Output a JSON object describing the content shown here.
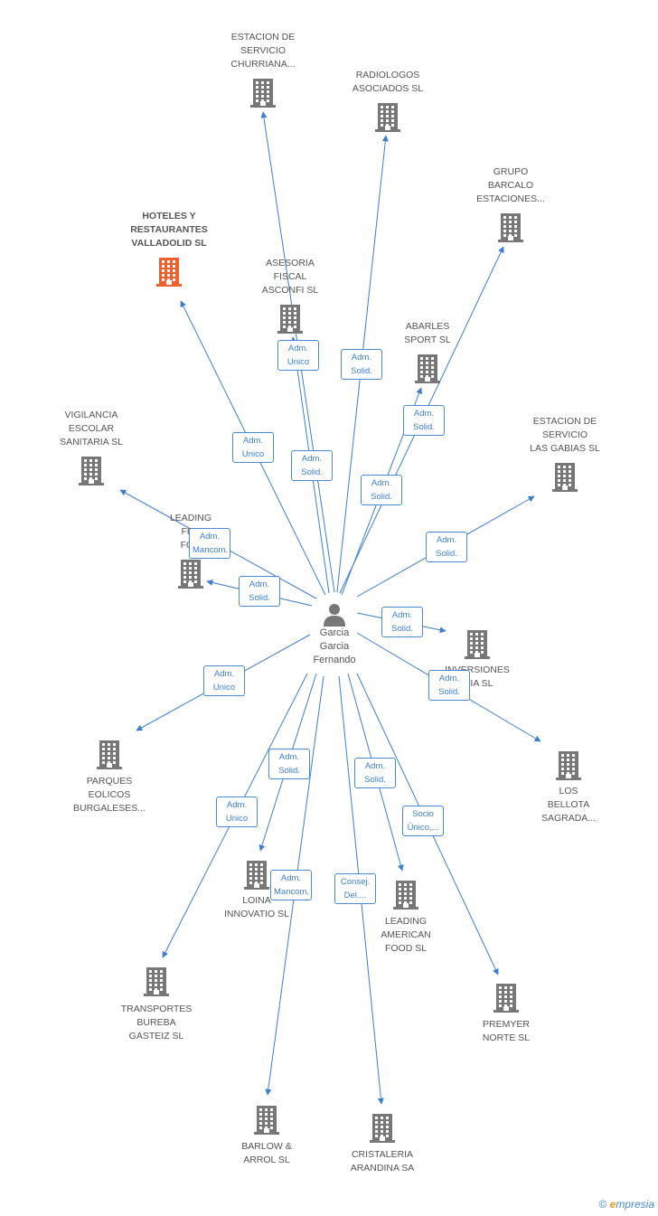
{
  "center": {
    "name": "Garcia\nGarcia\nFernando"
  },
  "nodes": [
    {
      "id": "estacion-churriana",
      "label": "ESTACION DE\nSERVICIO\nCHURRIANA...",
      "focus": false
    },
    {
      "id": "radiologos",
      "label": "RADIOLOGOS\nASOCIADOS  SL",
      "focus": false
    },
    {
      "id": "grupo-barcalo",
      "label": "GRUPO\nBARCALO\nESTACIONES...",
      "focus": false
    },
    {
      "id": "hoteles",
      "label": "HOTELES Y\nRESTAURANTES\nVALLADOLID SL",
      "focus": true
    },
    {
      "id": "asesoria",
      "label": "ASESORIA\nFISCAL\nASCONFI  SL",
      "focus": false
    },
    {
      "id": "abarles",
      "label": "ABARLES\nSPORT  SL",
      "focus": false
    },
    {
      "id": "vigilancia",
      "label": "VIGILANCIA\nESCOLAR\nSANITARIA SL",
      "focus": false
    },
    {
      "id": "estacion-gabias",
      "label": "ESTACION DE\nSERVICIO\nLAS GABIAS SL",
      "focus": false
    },
    {
      "id": "leading-fresh",
      "label": "LEADING\nFRE\nFOO",
      "focus": false
    },
    {
      "id": "inversiones",
      "label": "INVERSIONES\nIPIA  SL",
      "focus": false
    },
    {
      "id": "parques",
      "label": "PARQUES\nEOLICOS\nBURGALESES...",
      "focus": false
    },
    {
      "id": "los-bellota",
      "label": "LOS\nBELLOTA\nSAGRADA...",
      "focus": false
    },
    {
      "id": "loina",
      "label": "LOINA\nINNOVATIO SL",
      "focus": false
    },
    {
      "id": "leading-american",
      "label": "LEADING\nAMERICAN\nFOOD SL",
      "focus": false
    },
    {
      "id": "transportes",
      "label": "TRANSPORTES\nBUREBA\nGASTEIZ SL",
      "focus": false
    },
    {
      "id": "premyer",
      "label": "PREMYER\nNORTE SL",
      "focus": false
    },
    {
      "id": "barlow",
      "label": "BARLOW &\nARROL SL",
      "focus": false
    },
    {
      "id": "cristaleria",
      "label": "CRISTALERIA\nARANDINA SA",
      "focus": false
    }
  ],
  "edges": [
    {
      "to": "estacion-churriana",
      "label": "Adm.\nUnico"
    },
    {
      "to": "radiologos",
      "label": "Adm.\nSolid."
    },
    {
      "to": "grupo-barcalo",
      "label": "Adm.\nSolid."
    },
    {
      "to": "hoteles",
      "label": "Adm.\nUnico"
    },
    {
      "to": "asesoria",
      "label": "Adm.\nSolid."
    },
    {
      "to": "abarles",
      "label": "Adm.\nSolid."
    },
    {
      "to": "vigilancia",
      "label": "Adm.\nMancom."
    },
    {
      "to": "estacion-gabias",
      "label": "Adm.\nSolid."
    },
    {
      "to": "leading-fresh",
      "label": "Adm.\nSolid."
    },
    {
      "to": "inversiones",
      "label": "Adm.\nSolid."
    },
    {
      "to": "parques",
      "label": "Adm.\nUnico"
    },
    {
      "to": "los-bellota",
      "label": "Adm.\nSolid."
    },
    {
      "to": "loina",
      "label": "Adm.\nSolid."
    },
    {
      "to": "leading-american",
      "label": "Adm.\nSolid."
    },
    {
      "to": "transportes",
      "label": "Adm.\nUnico"
    },
    {
      "to": "premyer",
      "label": "Socio\nÚnico,..."
    },
    {
      "to": "barlow",
      "label": "Adm.\nMancom."
    },
    {
      "to": "cristaleria",
      "label": "Consej.\nDel...."
    }
  ],
  "colors": {
    "edge": "#3c7fd2",
    "building": "#777777",
    "focus_building": "#f0602a",
    "person": "#777777"
  },
  "brand": {
    "copyright": "©",
    "e": "e",
    "rest": "mpresia"
  }
}
